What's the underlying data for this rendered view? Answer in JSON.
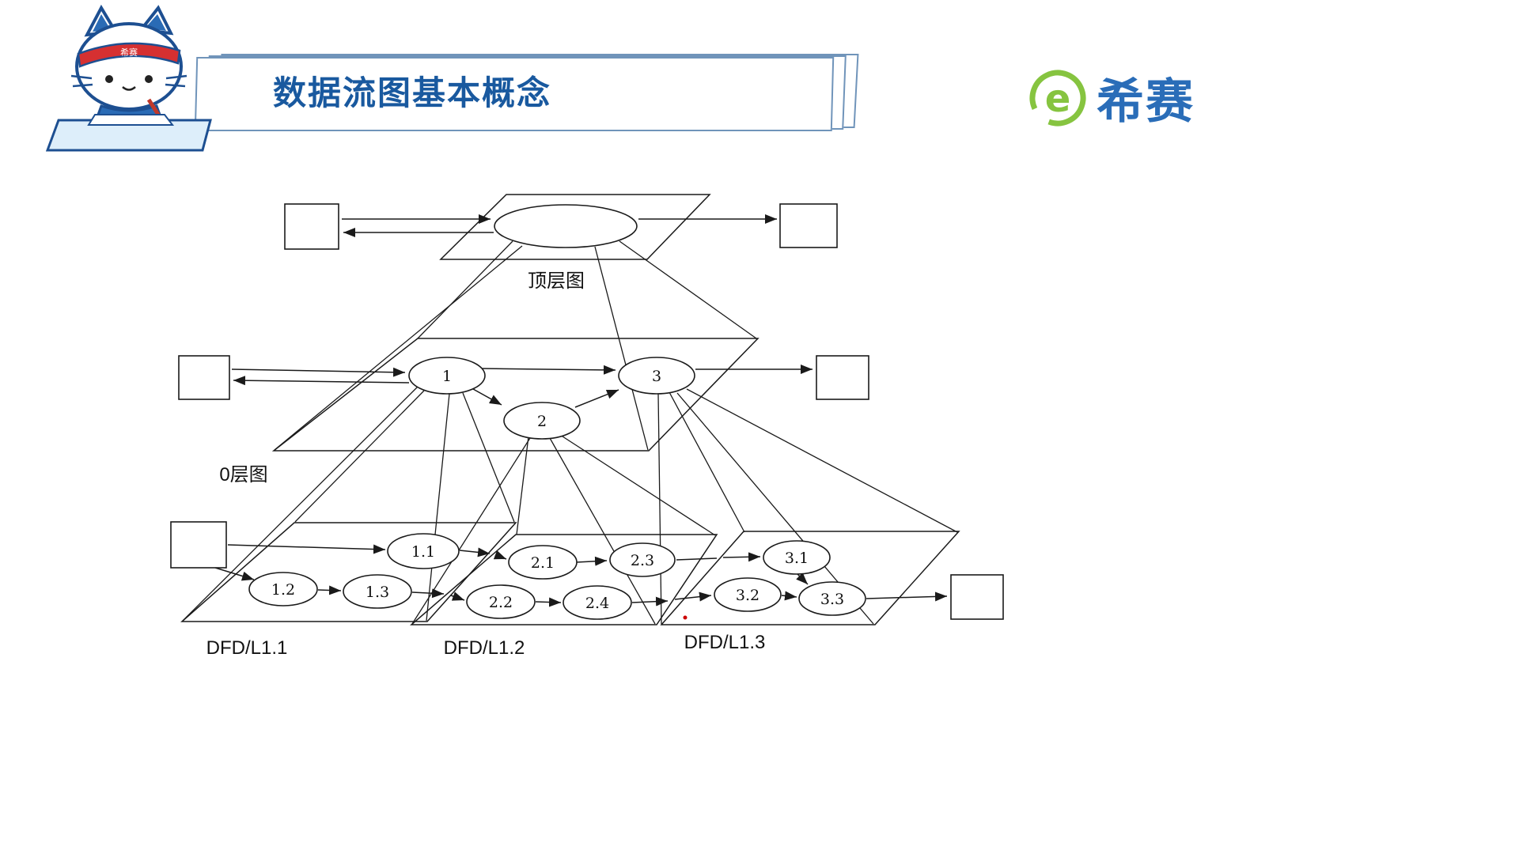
{
  "header": {
    "title": "数据流图基本概念",
    "brand": {
      "symbol": "e",
      "name": "希赛"
    },
    "mascot_badge": "希赛"
  },
  "diagram": {
    "top": {
      "label": "顶层图"
    },
    "level0": {
      "label": "0层图",
      "nodes": [
        "1",
        "2",
        "3"
      ]
    },
    "l11": {
      "label": "DFD/L1.1",
      "nodes": [
        "1.1",
        "1.2",
        "1.3"
      ]
    },
    "l12": {
      "label": "DFD/L1.2",
      "nodes": [
        "2.1",
        "2.2",
        "2.3",
        "2.4"
      ]
    },
    "l13": {
      "label": "DFD/L1.3",
      "nodes": [
        "3.1",
        "3.2",
        "3.3"
      ]
    }
  }
}
